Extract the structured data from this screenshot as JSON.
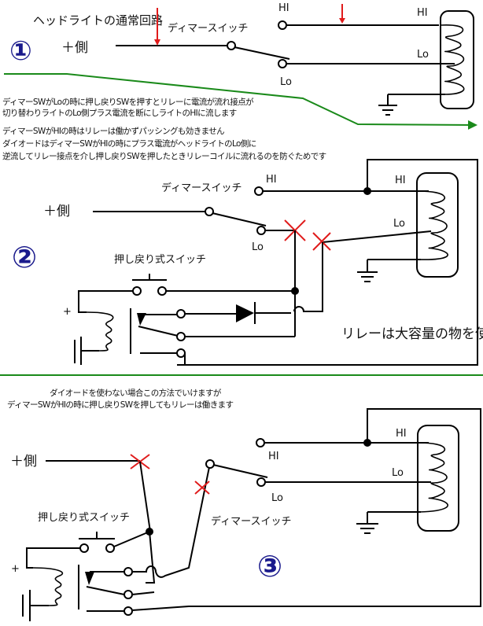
{
  "section1": {
    "number": "①",
    "title": "ヘッドライトの通常回路",
    "plus_side": "＋側",
    "dimmer_switch": "ディマースイッチ",
    "hi": "HI",
    "lo": "Lo",
    "lamp_hi": "HI",
    "lamp_lo": "Lo"
  },
  "notes1": [
    "ディマーSWがLoの時に押し戻りSWを押すとリレーに電流が流れ接点が",
    "切り替わりライトのLo側プラス電流を断にしライトのHIに流します",
    "ディマーSWがHIの時はリレーは働かずパッシングも効きません",
    "ダイオードはディマーSWがHIの時にプラス電流がヘッドライトのLo側に",
    "逆流してリレー接点を介し押し戻りSWを押したときリレーコイルに流れるのを防ぐためです"
  ],
  "section2": {
    "number": "②",
    "plus_side": "＋側",
    "dimmer_switch": "ディマースイッチ",
    "push_switch": "押し戻り式スイッチ",
    "hi": "HI",
    "lo": "Lo",
    "lamp_hi": "HI",
    "lamp_lo": "Lo",
    "relay_plus": "+",
    "relay_note": "リレーは大容量の物を使う"
  },
  "notes2": [
    "ダイオードを使わない場合この方法でいけますが",
    "ディマーSWがHIの時に押し戻りSWを押してもリレーは働きます"
  ],
  "section3": {
    "number": "③",
    "plus_side": "＋側",
    "dimmer_switch": "ディマースイッチ",
    "push_switch": "押し戻り式スイッチ",
    "hi": "HI",
    "lo": "Lo",
    "lamp_hi": "HI",
    "lamp_lo": "Lo",
    "relay_plus": "+"
  },
  "colors": {
    "number": "#1a1a8c",
    "cut_mark": "#e01b1b",
    "divider": "#1a8a1a",
    "wire": "#000000"
  }
}
